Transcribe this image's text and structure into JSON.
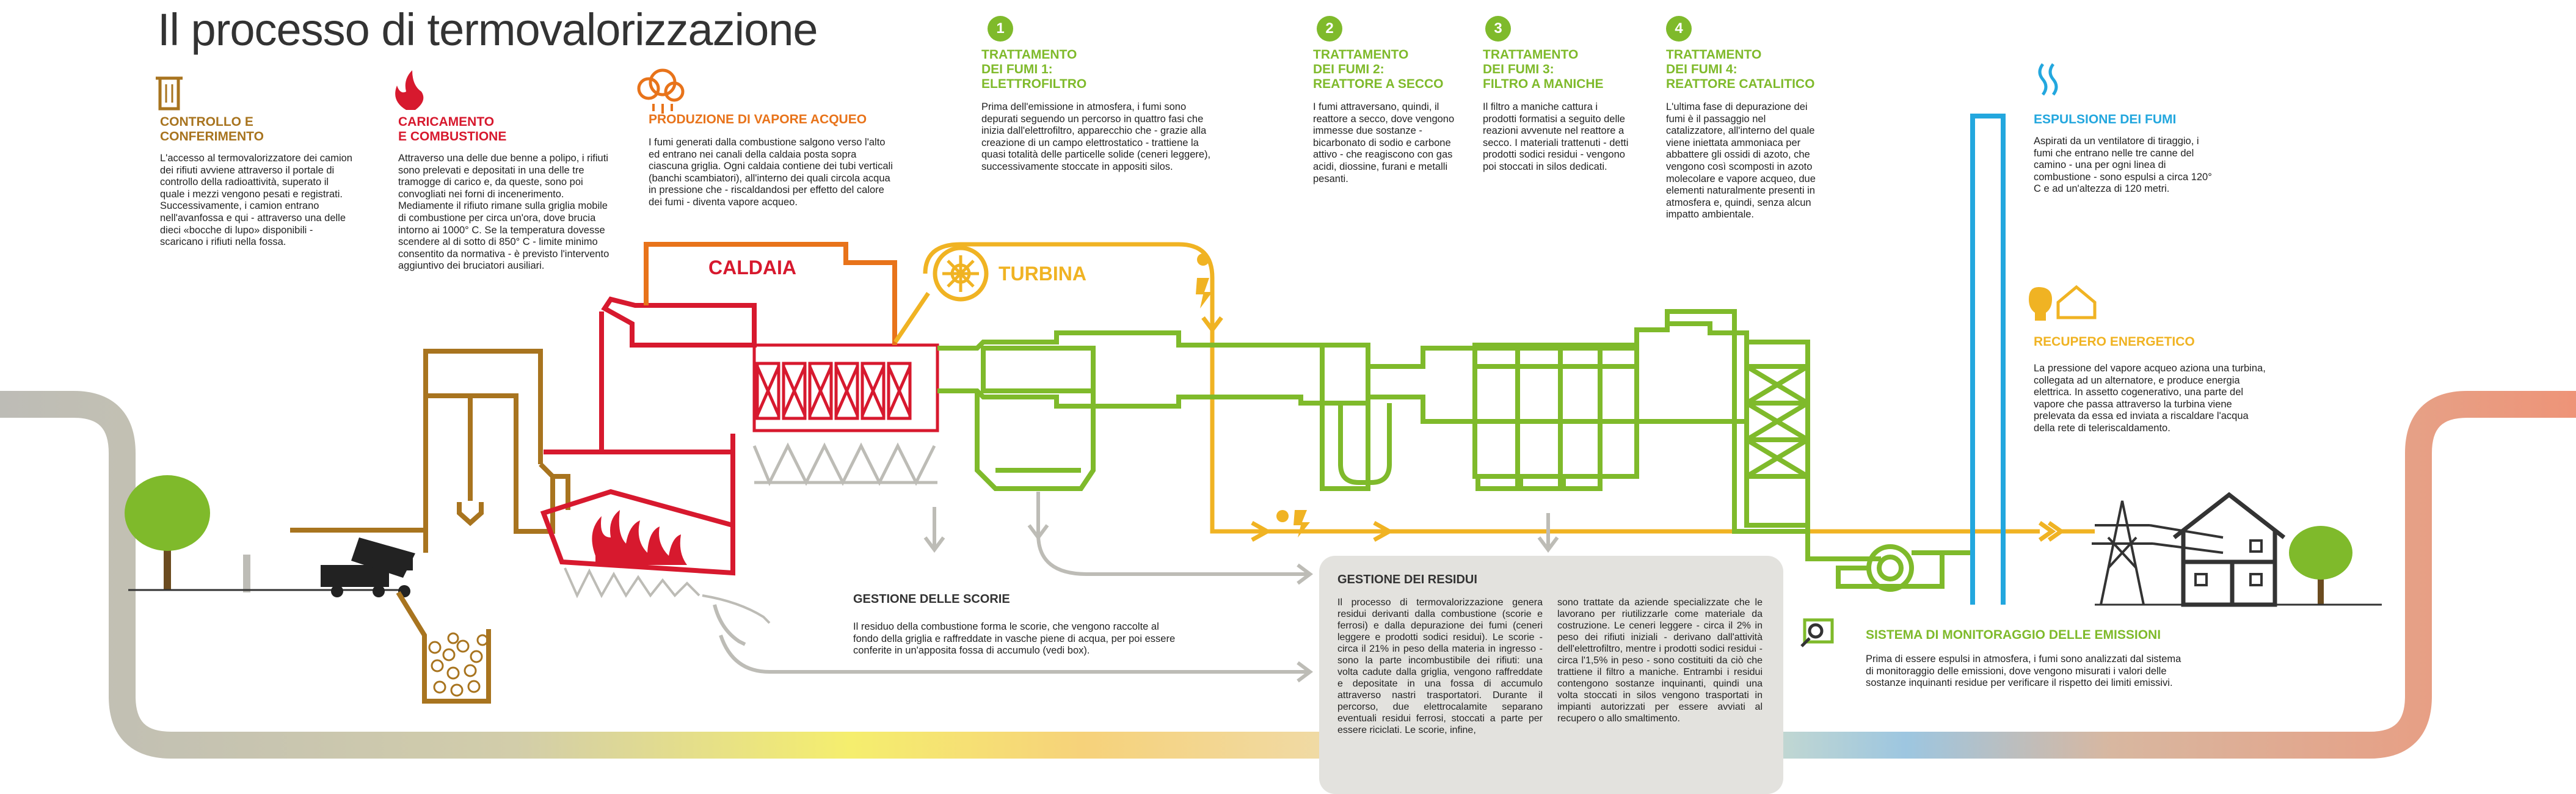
{
  "title": "Il processo di termovalorizzazione",
  "colors": {
    "brown": "#A8741F",
    "red": "#D7192E",
    "orange": "#E8731A",
    "yellow": "#F0B323",
    "green": "#7FBA2B",
    "blue": "#23A7DE",
    "gray": "#BDBCB6",
    "salmon": "#EE9478",
    "dark": "#333333"
  },
  "sections": {
    "controllo": {
      "icon": "trash-bin-icon",
      "title": "CONTROLLO E\nCONFERIMENTO",
      "body": "L'accesso al termovalorizzatore dei camion dei rifiuti avviene attraverso il portale di controllo della radioattività, superato il quale i mezzi vengono pesati e registrati. Successivamente, i camion entrano nell'avanfossa e qui - attraverso una delle dieci «bocche di lupo» disponibili - scaricano i rifiuti nella fossa."
    },
    "caricamento": {
      "icon": "flame-icon",
      "title": "CARICAMENTO\nE COMBUSTIONE",
      "body": "Attraverso una delle due benne a polipo, i rifiuti sono prelevati e depositati in una delle tre tramogge di carico e, da queste, sono poi convogliati nei forni di incenerimento. Mediamente il rifiuto rimane sulla griglia mobile di combustione per circa un'ora, dove brucia intorno ai 1000° C. Se la temperatura dovesse scendere al di sotto di 850° C - limite minimo consentito da normativa - è previsto l'intervento aggiuntivo dei bruciatori ausiliari."
    },
    "vapore": {
      "icon": "steam-cloud-icon",
      "title": "PRODUZIONE DI VAPORE ACQUEO",
      "body": "I fumi generati dalla combustione salgono verso l'alto ed entrano nei canali della caldaia posta sopra ciascuna griglia. Ogni caldaia contiene dei tubi verticali (banchi scambiatori), all'interno dei quali circola acqua in pressione che - riscaldandosi per effetto del calore dei fumi - diventa vapore acqueo."
    },
    "fumi1": {
      "number": "1",
      "title": "TRATTAMENTO\nDEI FUMI 1:\nELETTROFILTRO",
      "body": "Prima dell'emissione in atmosfera, i fumi sono depurati seguendo un percorso in quattro fasi che inizia dall'elettrofiltro, apparecchio che - grazie alla creazione di un campo elettrostatico - trattiene la quasi totalità delle particelle solide (ceneri leggere), successivamente stoccate in appositi silos."
    },
    "fumi2": {
      "number": "2",
      "title": "TRATTAMENTO\nDEI FUMI 2:\nREATTORE A SECCO",
      "body": "I fumi attraversano, quindi, il reattore a secco, dove vengono immesse due sostanze - bicarbonato di sodio e carbone attivo - che reagiscono con gas acidi, diossine, furani e metalli pesanti."
    },
    "fumi3": {
      "number": "3",
      "title": "TRATTAMENTO\nDEI FUMI 3:\nFILTRO A MANICHE",
      "body": "Il filtro a maniche cattura i prodotti formatisi a seguito delle reazioni avvenute nel reattore a secco. I materiali trattenuti - detti prodotti sodici residui - vengono poi stoccati in silos dedicati."
    },
    "fumi4": {
      "number": "4",
      "title": "TRATTAMENTO\nDEI FUMI 4:\nREATTORE CATALITICO",
      "body": "L'ultima fase di depurazione dei fumi è il passaggio nel catalizzatore, all'interno del quale viene iniettata ammoniaca per abbattere gli ossidi di azoto, che vengono così scomposti in azoto molecolare e vapore acqueo, due elementi naturalmente presenti in atmosfera e, quindi, senza alcun impatto ambientale."
    },
    "espulsione": {
      "icon": "smoke-waves-icon",
      "title": "ESPULSIONE DEI FUMI",
      "body": "Aspirati da un ventilatore di tiraggio, i fumi che entrano nelle tre canne del camino - una per ogni linea di combustione - sono espulsi a circa 120° C e ad un'altezza di 120 metri."
    },
    "recupero": {
      "icon": "bulb-house-icon",
      "title": "RECUPERO ENERGETICO",
      "body": "La pressione del vapore acqueo aziona una turbina, collegata ad un alternatore, e produce energia elettrica. In assetto cogenerativo, una parte del vapore che passa attraverso la turbina viene prelevata da essa ed inviata a riscaldare l'acqua della rete di teleriscaldamento."
    },
    "scorie": {
      "title": "GESTIONE DELLE SCORIE",
      "body": "Il residuo della combustione forma le scorie, che vengono raccolte al fondo della griglia e raffreddate in vasche piene di acqua, per poi essere conferite in un'apposita fossa di accumulo (vedi box)."
    },
    "residui": {
      "title": "GESTIONE DEI RESIDUI",
      "body_left": "Il processo di termovalorizzazione genera residui derivanti dalla combustione (scorie e ferrosi) e dalla depurazione dei fumi (ceneri leggere e prodotti sodici residui). Le scorie - circa il 21% in peso della materia in ingresso - sono la parte incombustibile dei rifiuti: una volta cadute dalla griglia, vengono raffreddate e depositate in una fossa di accumulo attraverso nastri trasportatori. Durante il percorso, due elettrocalamite separano eventuali residui ferrosi, stoccati a parte per essere riciclati. Le scorie, infine,",
      "body_right": "sono trattate da aziende specializzate che le lavorano per riutilizzarle come materiale da costruzione. Le ceneri leggere - circa il 2% in peso dei rifiuti iniziali - derivano dall'attività dell'elettrofiltro, mentre i prodotti sodici residui - circa l'1,5% in peso - sono costituiti da ciò che trattiene il filtro a maniche. Entrambi i residui contengono sostanze inquinanti, quindi una volta stoccati in silos vengono trasportati in impianti autorizzati per essere avviati al recupero o allo smaltimento."
    },
    "monitoraggio": {
      "icon": "monitor-magnifier-icon",
      "title": "SISTEMA DI MONITORAGGIO DELLE EMISSIONI",
      "body": "Prima di essere espulsi in atmosfera, i fumi sono analizzati dal sistema di monitoraggio delle emissioni, dove vengono misurati i valori delle sostanze inquinanti residue per verificare il rispetto dei limiti emissivi."
    }
  },
  "labels": {
    "caldaia": "CALDAIA",
    "turbina": "TURBINA"
  }
}
